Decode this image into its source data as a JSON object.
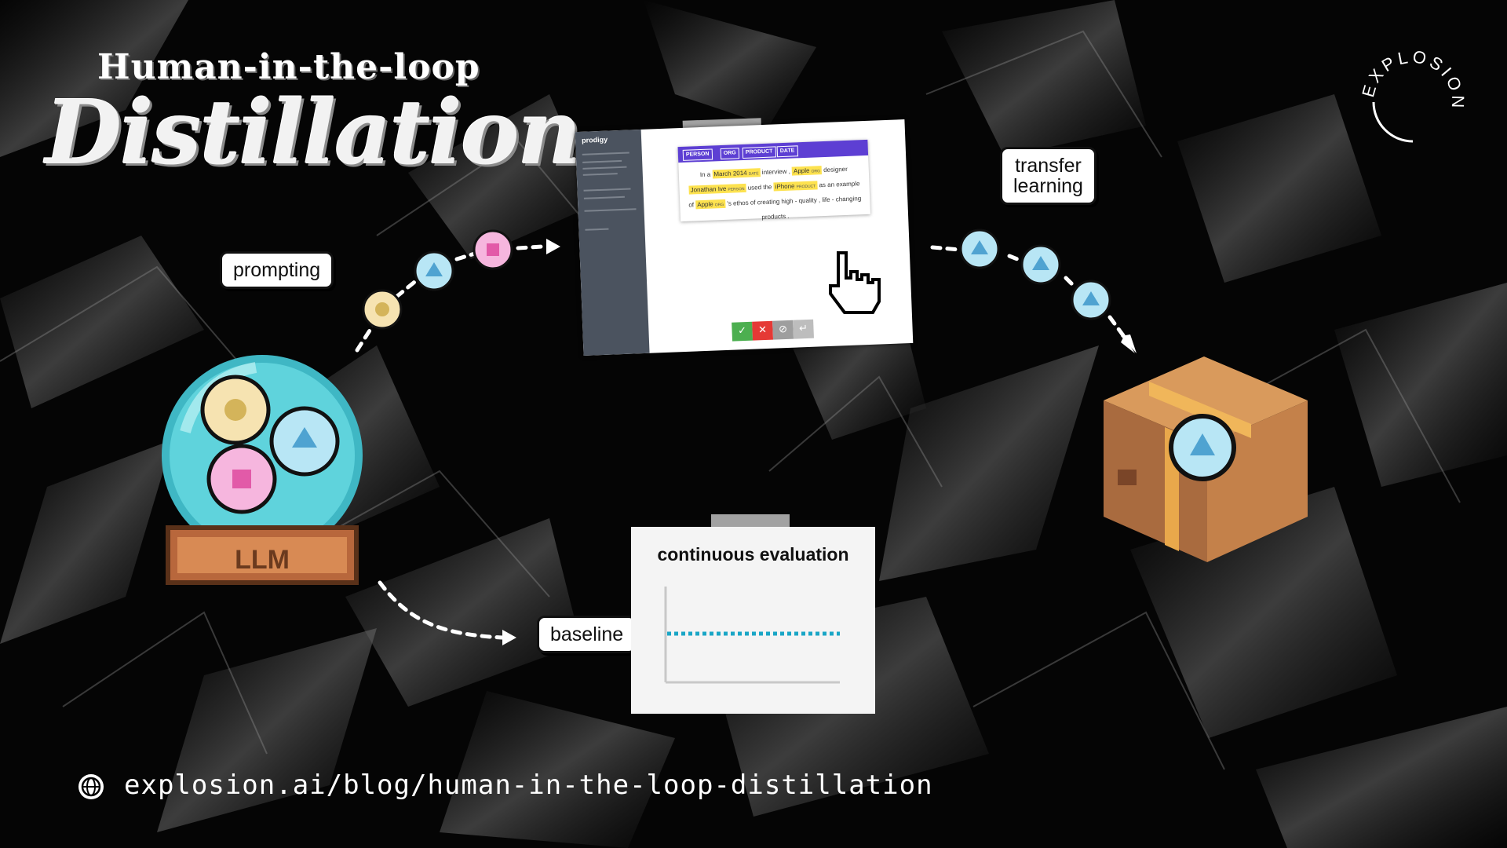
{
  "title": {
    "top": "Human-in-the-loop",
    "main": "Distillation"
  },
  "labels": {
    "prompting": "prompting",
    "transfer_learning_1": "transfer",
    "transfer_learning_2": "learning",
    "baseline": "baseline",
    "llm": "LLM"
  },
  "evaluation": {
    "title": "continuous evaluation"
  },
  "prodigy": {
    "app_name": "prodigy",
    "entity_labels": [
      "PERSON",
      "ORG",
      "PRODUCT",
      "DATE"
    ],
    "sentence": {
      "w1": "In a",
      "e1": "March 2014",
      "t1": "DATE",
      "w2": "interview ,",
      "e2": "Apple",
      "t2": "ORG",
      "w3": "designer",
      "e3": "Jonathan Ive",
      "t3": "PERSON",
      "w4": "used the",
      "e4": "iPhone",
      "t4": "PRODUCT",
      "w5": "as an example of",
      "e5": "Apple",
      "t5": "ORG",
      "w6": "'s ethos of creating high - quality , life - changing products ."
    },
    "buttons": [
      "✓",
      "✕",
      "⊘",
      "↵"
    ]
  },
  "footer": {
    "url": "explosion.ai/blog/human-in-the-loop-distillation"
  },
  "brand": {
    "logo": "EXPLOSION"
  },
  "colors": {
    "background": "#000000",
    "yellow_token": "#f6e3b1",
    "blue_token": "#b8e6f5",
    "pink_token": "#f6b6de",
    "prodigy_purple": "#5d3fd3",
    "accept_green": "#4caf50",
    "reject_red": "#e53935",
    "baseline_line": "#1aa6c6"
  },
  "icons": [
    "globe-icon",
    "hand-cursor-icon",
    "crystal-ball-icon",
    "box-icon",
    "triangle-icon",
    "square-icon",
    "circle-icon"
  ]
}
